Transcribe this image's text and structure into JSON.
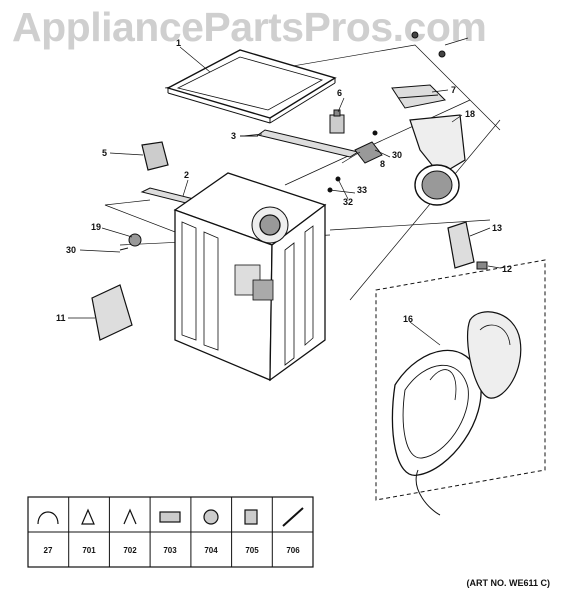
{
  "watermark": "AppliancePartsPros.com",
  "art_number": "(ART NO. WE611 C)",
  "callouts": [
    "1",
    "2",
    "3",
    "5",
    "6",
    "7",
    "8",
    "12",
    "13",
    "16",
    "18",
    "19",
    "30",
    "30",
    "32",
    "33",
    "11"
  ],
  "parts_table": [
    "27",
    "701",
    "702",
    "703",
    "704",
    "705",
    "706"
  ]
}
